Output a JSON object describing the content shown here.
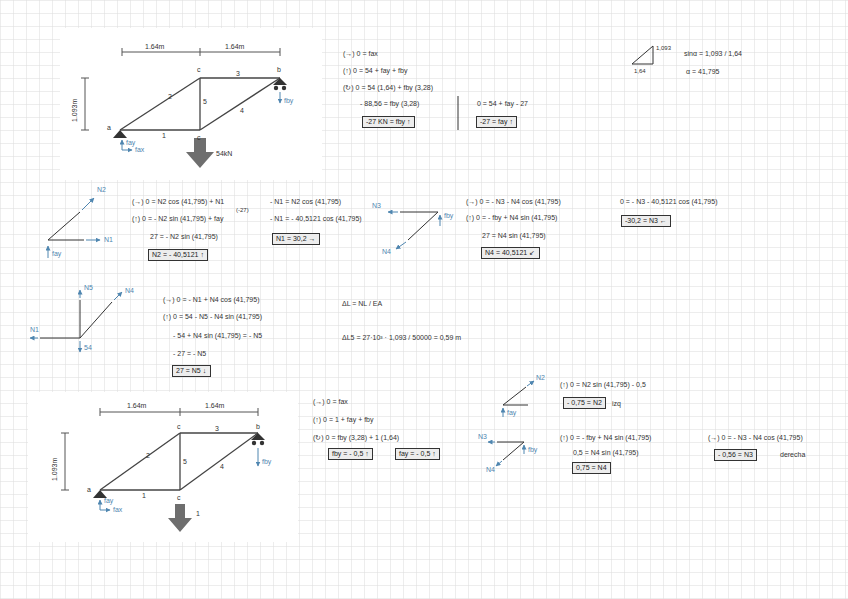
{
  "diagram": {
    "nodes": [
      {
        "text": [
          "-27 KN = fby ↑"
        ]
      },
      {
        "text": [
          "-27 = fay ↑"
        ]
      },
      {
        "text": [
          "N2 = - 40,5121 ↑"
        ]
      },
      {
        "text": [
          "N1 = 30,2 →"
        ]
      },
      {
        "text": [
          "N4 = 40,5121 ↙"
        ]
      },
      {
        "text": [
          "-30,2 = N3 ←"
        ]
      },
      {
        "text": [
          "27 = N5 ↓"
        ]
      },
      {
        "text": [
          "fby = - 0,5 ↑"
        ]
      },
      {
        "text": [
          "fay = - 0,5 ↑"
        ]
      },
      {
        "text": [
          "- 0,75 = N2"
        ]
      },
      {
        "text": [
          "0,75 = N4"
        ]
      },
      {
        "text": [
          "- 0,56 = N3"
        ]
      }
    ],
    "labels": [
      "1.64m",
      "1.64m",
      "1.093m",
      "a",
      "c",
      "b",
      "c",
      "2",
      "3",
      "5",
      "4",
      "1",
      "54kN",
      "fay",
      "fax",
      "fby",
      "(→) 0 = fax",
      "(↑) 0 = 54 + fay + fby",
      "(↻) 0 = 54 (1,64) + fby (3,28)",
      "- 88,56 = fby (3,28)",
      "0 = 54 + fay - 27",
      "1,093",
      "1,64",
      "sinα = 1,093 / 1,64",
      "α = 41,795",
      "N2",
      "N1",
      "fay",
      "(→) 0 = N2 cos (41,795) + N1",
      "(-27)",
      "(↑) 0 = - N2 sin (41,795) + fay",
      "27 = - N2 sin (41,795)",
      "- N1 = N2 cos (41,795)",
      "- N1 = - 40,5121 cos (41,795)",
      "N3",
      "fby",
      "N4",
      "(→) 0 = - N3 - N4 cos (41,795)",
      "(↑) 0 = - fby + N4 sin (41,795)",
      "27 = N4 sin (41,795)",
      "0 = - N3 - 40,5121 cos (41,795)",
      "N5",
      "N4",
      "N1",
      "54",
      "(→) 0 = - N1 + N4 cos (41,795)",
      "(↑) 0 = 54 - N5 - N4 sin (41,795)",
      "- 54 + N4 sin (41,795) = - N5",
      "- 27 = - N5",
      "ΔL = NL / EA",
      "ΔL5 = 27·10³ · 1,093 / 50000 = 0,59 m",
      "1.64m",
      "1.64m",
      "1.093m",
      "a",
      "c",
      "b",
      "c",
      "2",
      "3",
      "5",
      "4",
      "1",
      "1",
      "fay",
      "fax",
      "fby",
      "(→) 0 = fax",
      "(↑) 0 = 1 + fay + fby",
      "(↻) 0 = fby (3,28) + 1 (1,64)",
      "N2",
      "fay",
      "(↑) 0 = N2 sin (41,795) - 0,5",
      "izq",
      "N3",
      "fby",
      "N4",
      "(↑) 0 = - fby + N4 sin (41,795)",
      "0,5 = N4 sin (41,795)",
      "(→) 0 = - N3 - N4 cos (41,795)",
      "derecha"
    ]
  }
}
